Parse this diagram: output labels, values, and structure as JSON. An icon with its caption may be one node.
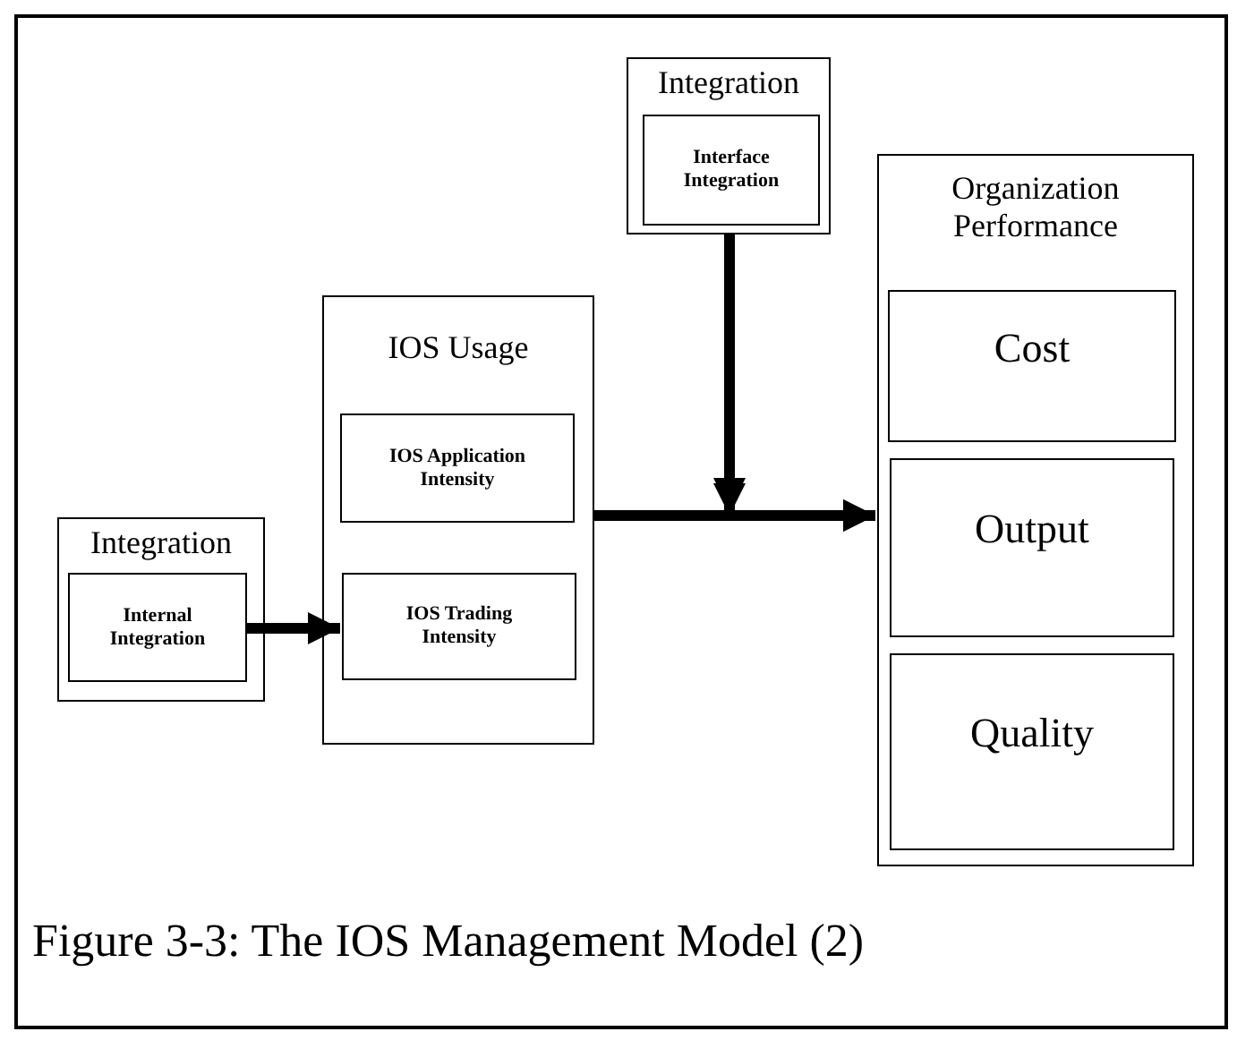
{
  "diagram": {
    "caption": "Figure 3-3: The IOS Management Model (2)",
    "nodes": [
      {
        "text": [
          "Integration"
        ]
      },
      {
        "text": [
          "Internal Integration"
        ],
        "in": 0
      },
      {
        "text": [
          "IOS Usage"
        ]
      },
      {
        "text": [
          "IOS Application Intensity"
        ],
        "in": 2
      },
      {
        "text": [
          "IOS Trading Intensity"
        ],
        "in": 2
      },
      {
        "text": [
          "Integration"
        ]
      },
      {
        "text": [
          "Interface Integration"
        ],
        "in": 5
      },
      {
        "text": [
          "Organization Performance"
        ]
      },
      {
        "text": [
          "Cost"
        ],
        "in": 7
      },
      {
        "text": [
          "Output"
        ],
        "in": 7
      },
      {
        "text": [
          "Quality"
        ],
        "in": 7
      }
    ],
    "edges": [
      {
        "from": 1,
        "to": 4,
        "arrow": "to"
      },
      {
        "from": 2,
        "to": 7,
        "arrow": "to"
      },
      {
        "from": 6,
        "to": 7,
        "arrow": "to"
      }
    ]
  }
}
